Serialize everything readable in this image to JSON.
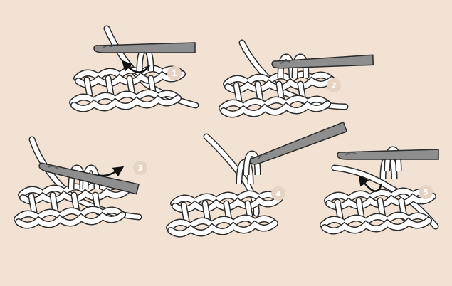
{
  "colors": {
    "background": "#f1e2d4",
    "yarn_fill": "#ffffff",
    "outline": "#2b2b2b",
    "hook": "#8e8e8e",
    "arrow": "#111111",
    "badge": "#e6d3c2"
  },
  "steps": [
    {
      "number": "1",
      "arrow_icon": "curved-arrow-up"
    },
    {
      "number": "2",
      "arrow_icon": ""
    },
    {
      "number": "3",
      "arrow_icon": "curved-arrow-right"
    },
    {
      "number": "4",
      "arrow_icon": ""
    },
    {
      "number": "5",
      "arrow_icon": "curved-arrow-up-left"
    }
  ]
}
